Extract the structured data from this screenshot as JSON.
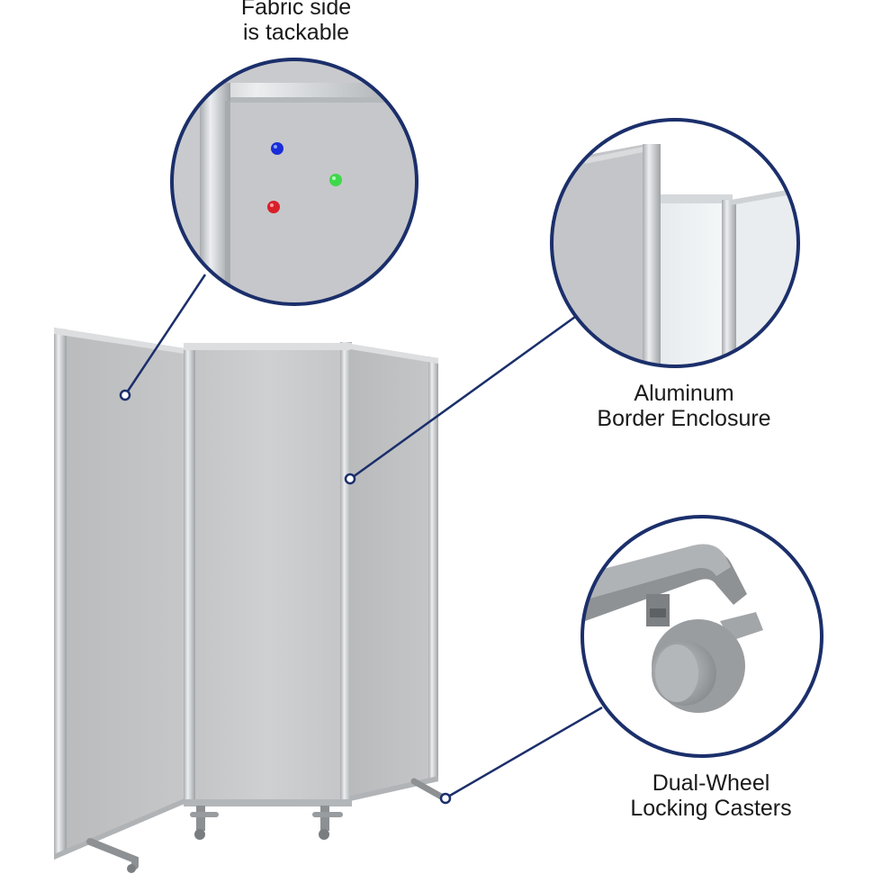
{
  "callouts": {
    "fabric": {
      "line1": "Fabric side",
      "line2": "is tackable"
    },
    "aluminum": {
      "line1": "Aluminum",
      "line2": "Border Enclosure"
    },
    "casters": {
      "line1": "Dual-Wheel",
      "line2": "Locking Casters"
    }
  },
  "colors": {
    "callout_ring": "#1b2f6b",
    "panel_fabric": "#c9cacc",
    "aluminum_frame": "#d8dadc",
    "pin_blue": "#1a2ed8",
    "pin_green": "#3fd84a",
    "pin_red": "#d8202a"
  }
}
